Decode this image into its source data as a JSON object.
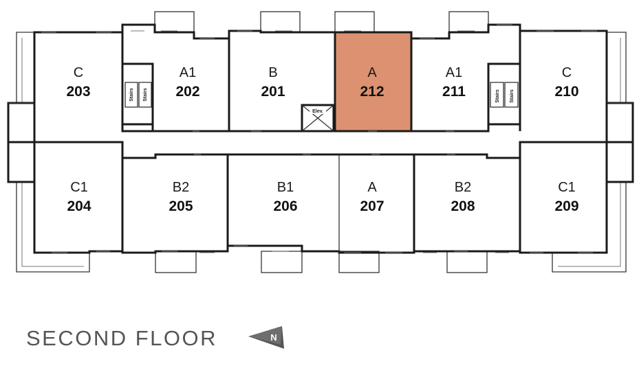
{
  "floor_title": "SECOND FLOOR",
  "north_label": "N",
  "elevator_label": "Elev.",
  "stairs_label": "Stairs",
  "highlight_color": "#dc9270",
  "highlight_text_color": "#7a3c1e",
  "units": [
    {
      "id": "unit-203",
      "type": "C",
      "number": "203",
      "highlight": false
    },
    {
      "id": "unit-202",
      "type": "A1",
      "number": "202",
      "highlight": false
    },
    {
      "id": "unit-201",
      "type": "B",
      "number": "201",
      "highlight": false
    },
    {
      "id": "unit-212",
      "type": "A",
      "number": "212",
      "highlight": true
    },
    {
      "id": "unit-211",
      "type": "A1",
      "number": "211",
      "highlight": false
    },
    {
      "id": "unit-210",
      "type": "C",
      "number": "210",
      "highlight": false
    },
    {
      "id": "unit-204",
      "type": "C1",
      "number": "204",
      "highlight": false
    },
    {
      "id": "unit-205",
      "type": "B2",
      "number": "205",
      "highlight": false
    },
    {
      "id": "unit-206",
      "type": "B1",
      "number": "206",
      "highlight": false
    },
    {
      "id": "unit-207",
      "type": "A",
      "number": "207",
      "highlight": false
    },
    {
      "id": "unit-208",
      "type": "B2",
      "number": "208",
      "highlight": false
    },
    {
      "id": "unit-209",
      "type": "C1",
      "number": "209",
      "highlight": false
    }
  ]
}
